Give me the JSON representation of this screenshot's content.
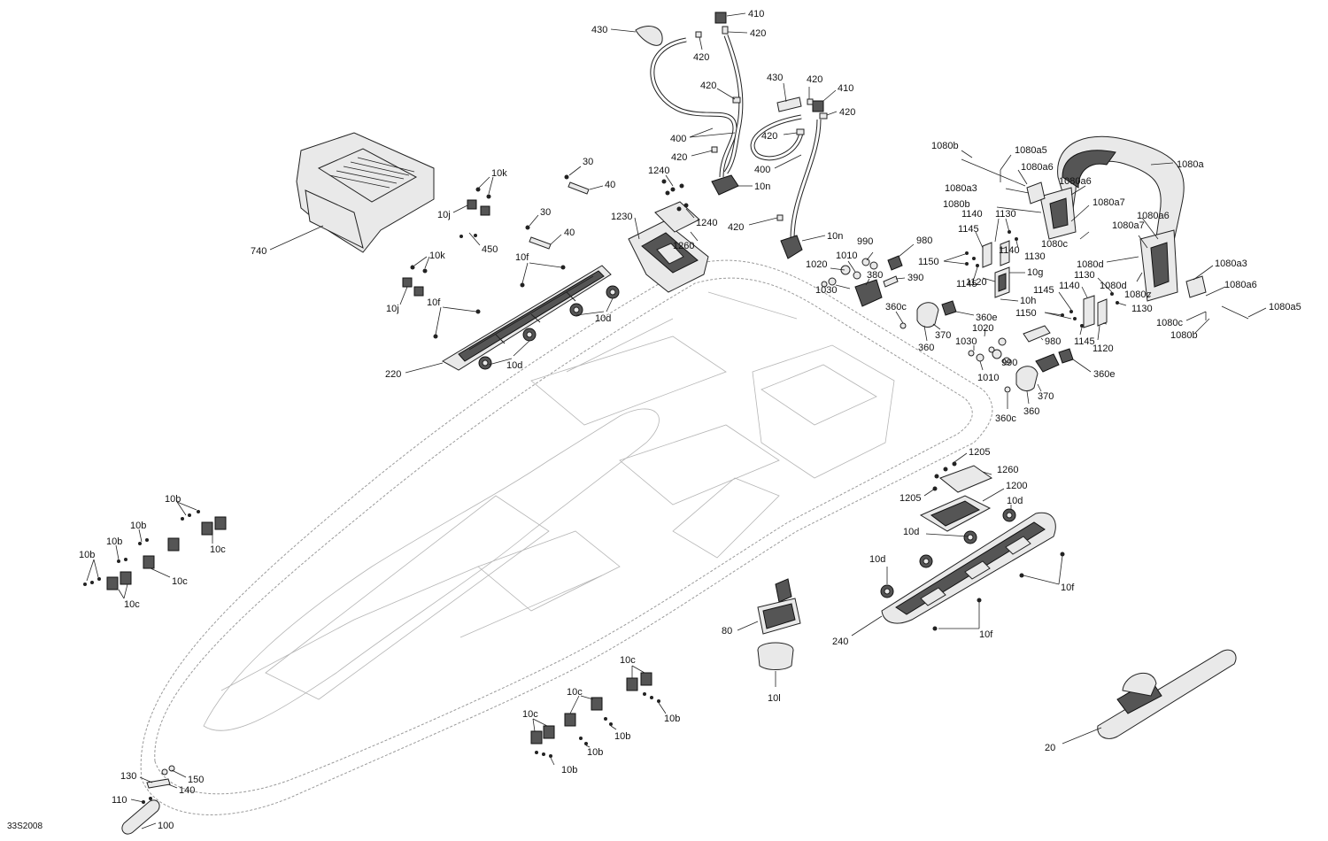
{
  "drawing_code": "33S2008",
  "callouts": {
    "c430a": "430",
    "c410a": "410",
    "c420a": "420",
    "c420b": "420",
    "c420c": "420",
    "c400a": "400",
    "c420d": "420",
    "c430b": "430",
    "c420e": "420",
    "c410b": "410",
    "c420f": "420",
    "c420g": "420",
    "c400b": "400",
    "c420h": "420",
    "c1240a": "1240",
    "c1240b": "1240",
    "c10n_a": "10n",
    "c10n_b": "10n",
    "c1230": "1230",
    "c1260a": "1260",
    "c30a": "30",
    "c40a": "40",
    "c30b": "30",
    "c40b": "40",
    "c10k_a": "10k",
    "c10j_a": "10j",
    "c450": "450",
    "c10k_b": "10k",
    "c10j_b": "10j",
    "c10f_a": "10f",
    "c10f_b": "10f",
    "c10d_a": "10d",
    "c10d_b": "10d",
    "c220": "220",
    "c740": "740",
    "c990a": "990",
    "c980a": "980",
    "c1010a": "1010",
    "c1020a": "1020",
    "c380": "380",
    "c390": "390",
    "c1030a": "1030",
    "c360c_a": "360c",
    "c370a": "370",
    "c360a": "360",
    "c360e_a": "360e",
    "c1020b": "1020",
    "c1030b": "1030",
    "c990b": "990",
    "c1010b": "1010",
    "c980b": "980",
    "c360e_b": "360e",
    "c370b": "370",
    "c360b": "360",
    "c360c_b": "360c",
    "c1080b_a": "1080b",
    "c1080a5_a": "1080a5",
    "c1080a6_a": "1080a6",
    "c1080a": "1080a",
    "c1080a3_a": "1080a3",
    "c1080a6_b": "1080a6",
    "c1080b_b": "1080b",
    "c1080a7_a": "1080a7",
    "c1140a": "1140",
    "c1130a": "1130",
    "c1080a6_c": "1080a6",
    "c1145a": "1145",
    "c1080c_a": "1080c",
    "c1080a7_b": "1080a7",
    "c1140b": "1140",
    "c1130b": "1130",
    "c1150a": "1150",
    "c1080d_a": "1080d",
    "c1080a3_b": "1080a3",
    "c1145b": "1145",
    "c1120a": "1120",
    "c10g": "10g",
    "c1130c": "1130",
    "c1080d_b": "1080d",
    "c1080c_b": "1080c",
    "c1080a6_d": "1080a6",
    "c10h": "10h",
    "c1145c": "1145",
    "c1140c": "1140",
    "c1130d": "1130",
    "c1080a5_b": "1080a5",
    "c1150b": "1150",
    "c1080c_c": "1080c",
    "c1145d": "1145",
    "c1080b_c": "1080b",
    "c1120b": "1120",
    "c1205a": "1205",
    "c1260b": "1260",
    "c1205b": "1205",
    "c1200": "1200",
    "c10d_c": "10d",
    "c10d_d": "10d",
    "c10d_e": "10d",
    "c10f_c": "10f",
    "c10f_d": "10f",
    "c240": "240",
    "c80": "80",
    "c10l": "10l",
    "c20": "20",
    "c10b_1": "10b",
    "c10b_2": "10b",
    "c10b_3": "10b",
    "c10b_4": "10b",
    "c10c_1": "10c",
    "c10c_2": "10c",
    "c10c_3": "10c",
    "c10c_4": "10c",
    "c10c_5": "10c",
    "c10c_6": "10c",
    "c10b_5": "10b",
    "c10b_6": "10b",
    "c10b_7": "10b",
    "c10b_8": "10b",
    "c130": "130",
    "c150": "150",
    "c140": "140",
    "c110": "110",
    "c100": "100"
  }
}
